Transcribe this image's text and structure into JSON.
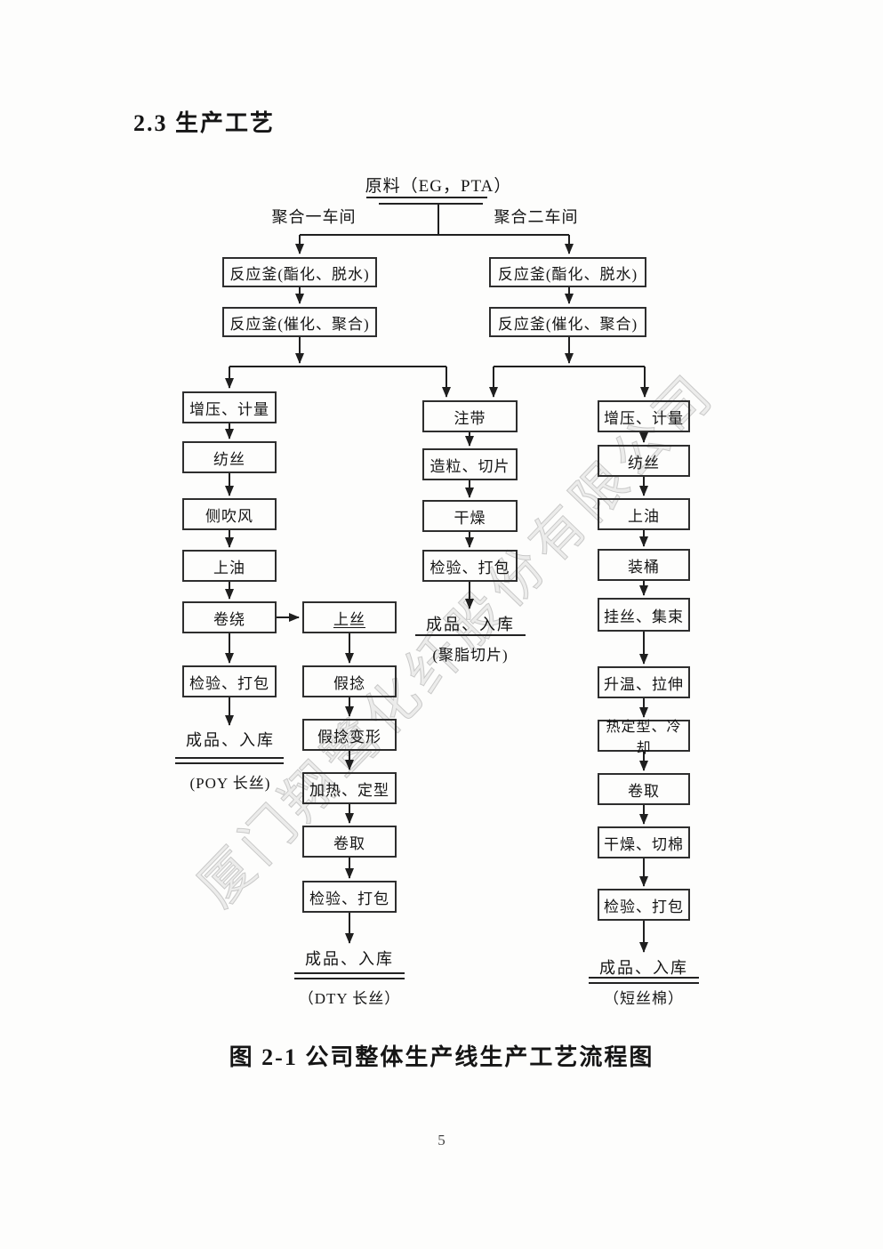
{
  "page": {
    "section_title": "2.3 生产工艺",
    "figure_caption": "图 2-1 公司整体生产线生产工艺流程图",
    "page_number": "5",
    "watermark": "厦门翔鹭化纤股份有限公司"
  },
  "flowchart": {
    "source": "原料（EG，PTA）",
    "workshop_left": "聚合一车间",
    "workshop_right": "聚合二车间",
    "reactors_left": [
      "反应釜(酯化、脱水)",
      "反应釜(催化、聚合)"
    ],
    "reactors_right": [
      "反应釜(酯化、脱水)",
      "反应釜(催化、聚合)"
    ],
    "poy_line": {
      "steps": [
        "增压、计量",
        "纺丝",
        "侧吹风",
        "上油",
        "卷绕",
        "检验、打包"
      ],
      "end": "成品、入库",
      "product": "(POY 长丝)"
    },
    "dty_line": {
      "steps": [
        "上丝",
        "假捻",
        "假捻变形",
        "加热、定型",
        "卷取",
        "检验、打包"
      ],
      "end": "成品、入库",
      "product": "（DTY 长丝）"
    },
    "chip_line": {
      "steps": [
        "注带",
        "造粒、切片",
        "干燥",
        "检验、打包"
      ],
      "end": "成品、入库",
      "product": "(聚脂切片)"
    },
    "staple_line": {
      "steps": [
        "增压、计量",
        "纺丝",
        "上油",
        "装桶",
        "挂丝、集束",
        "升温、拉伸",
        "热定型、冷却",
        "卷取",
        "干燥、切棉",
        "检验、打包"
      ],
      "end": "成品、入库",
      "product": "（短丝棉）"
    }
  }
}
